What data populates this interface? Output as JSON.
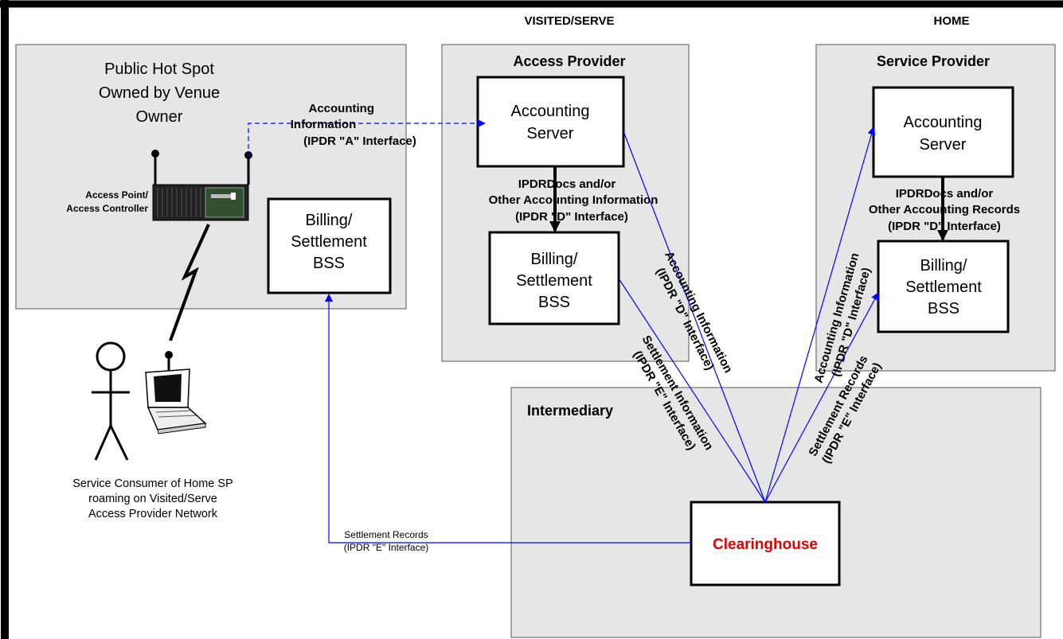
{
  "regions": {
    "visited_header": "VISITED/SERVE",
    "home_header": "HOME",
    "hotspot": {
      "title_lines": [
        "Public Hot Spot",
        "Owned by Venue",
        "Owner"
      ]
    },
    "access_provider": {
      "title": "Access Provider"
    },
    "service_provider": {
      "title": "Service Provider"
    },
    "intermediary": {
      "title": "Intermediary"
    }
  },
  "nodes": {
    "ap_controller_label": [
      "Access Point/",
      "Access Controller"
    ],
    "hotspot_billing": [
      "Billing/",
      "Settlement",
      "BSS"
    ],
    "ap_accounting_server": [
      "Accounting",
      "Server"
    ],
    "ap_billing": [
      "Billing/",
      "Settlement",
      "BSS"
    ],
    "sp_accounting_server": [
      "Accounting",
      "Server"
    ],
    "sp_billing": [
      "Billing/",
      "Settlement",
      "BSS"
    ],
    "clearinghouse": "Clearinghouse",
    "consumer_caption": [
      "Service Consumer of Home SP",
      "roaming on Visited/Serve",
      "Access Provider Network"
    ]
  },
  "edge_labels": {
    "a_interface": [
      "Accounting",
      "Information",
      "(IPDR \"A\" Interface)"
    ],
    "ap_d_interface": [
      "IPDRDocs and/or",
      "Other Accounting Information",
      "(IPDR \"D\" Interface)"
    ],
    "sp_d_interface": [
      "IPDRDocs and/or",
      "Other Accounting Records",
      "(IPDR \"D\" Interface)"
    ],
    "ap_to_ch_accounting": [
      "Accounting Information",
      "(IPDR \"D\" Interface)"
    ],
    "ap_to_ch_settlement": [
      "Settlement Information",
      "(IPDR \"E\" Interface)"
    ],
    "ch_to_sp_accounting": [
      "Accounting Information",
      "(IPDR \"D\" Interface)"
    ],
    "ch_to_sp_settlement": [
      "Settlement Records",
      "(IPDR \"E\" Interface)"
    ],
    "ch_to_hotspot": [
      "Settlement Records",
      "(IPDR \"E\" Interface)"
    ]
  },
  "colors": {
    "region_fill": "#e6e6e6",
    "flow_line": "#0000ff",
    "clearinghouse_text": "#e00000"
  }
}
